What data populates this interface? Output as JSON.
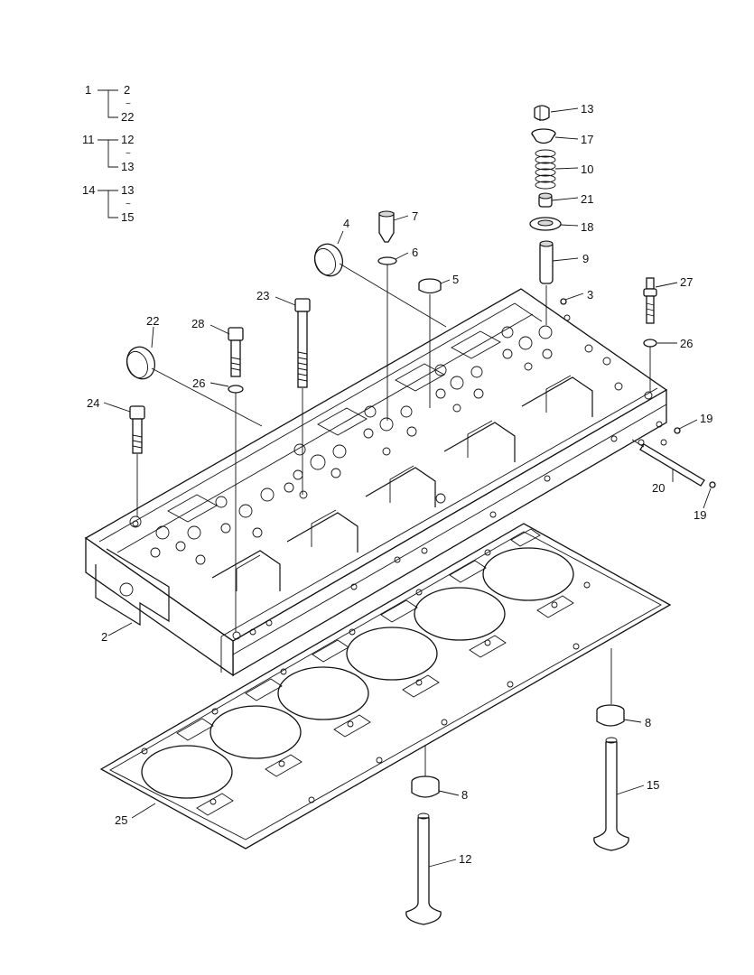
{
  "legend": [
    {
      "parent": "1",
      "from": "2",
      "to": "22"
    },
    {
      "parent": "11",
      "from": "12",
      "to": "13"
    },
    {
      "parent": "14",
      "from": "13",
      "to": "15"
    }
  ],
  "range_symbol": "~",
  "callouts": {
    "c2": "2",
    "c3": "3",
    "c4": "4",
    "c5": "5",
    "c6": "6",
    "c7": "7",
    "c8a": "8",
    "c8b": "8",
    "c9": "9",
    "c10": "10",
    "c12": "12",
    "c13": "13",
    "c15": "15",
    "c17": "17",
    "c18": "18",
    "c19a": "19",
    "c19b": "19",
    "c20": "20",
    "c21": "21",
    "c22": "22",
    "c23": "23",
    "c24": "24",
    "c25": "25",
    "c26a": "26",
    "c26b": "26",
    "c27": "27",
    "c28": "28"
  }
}
